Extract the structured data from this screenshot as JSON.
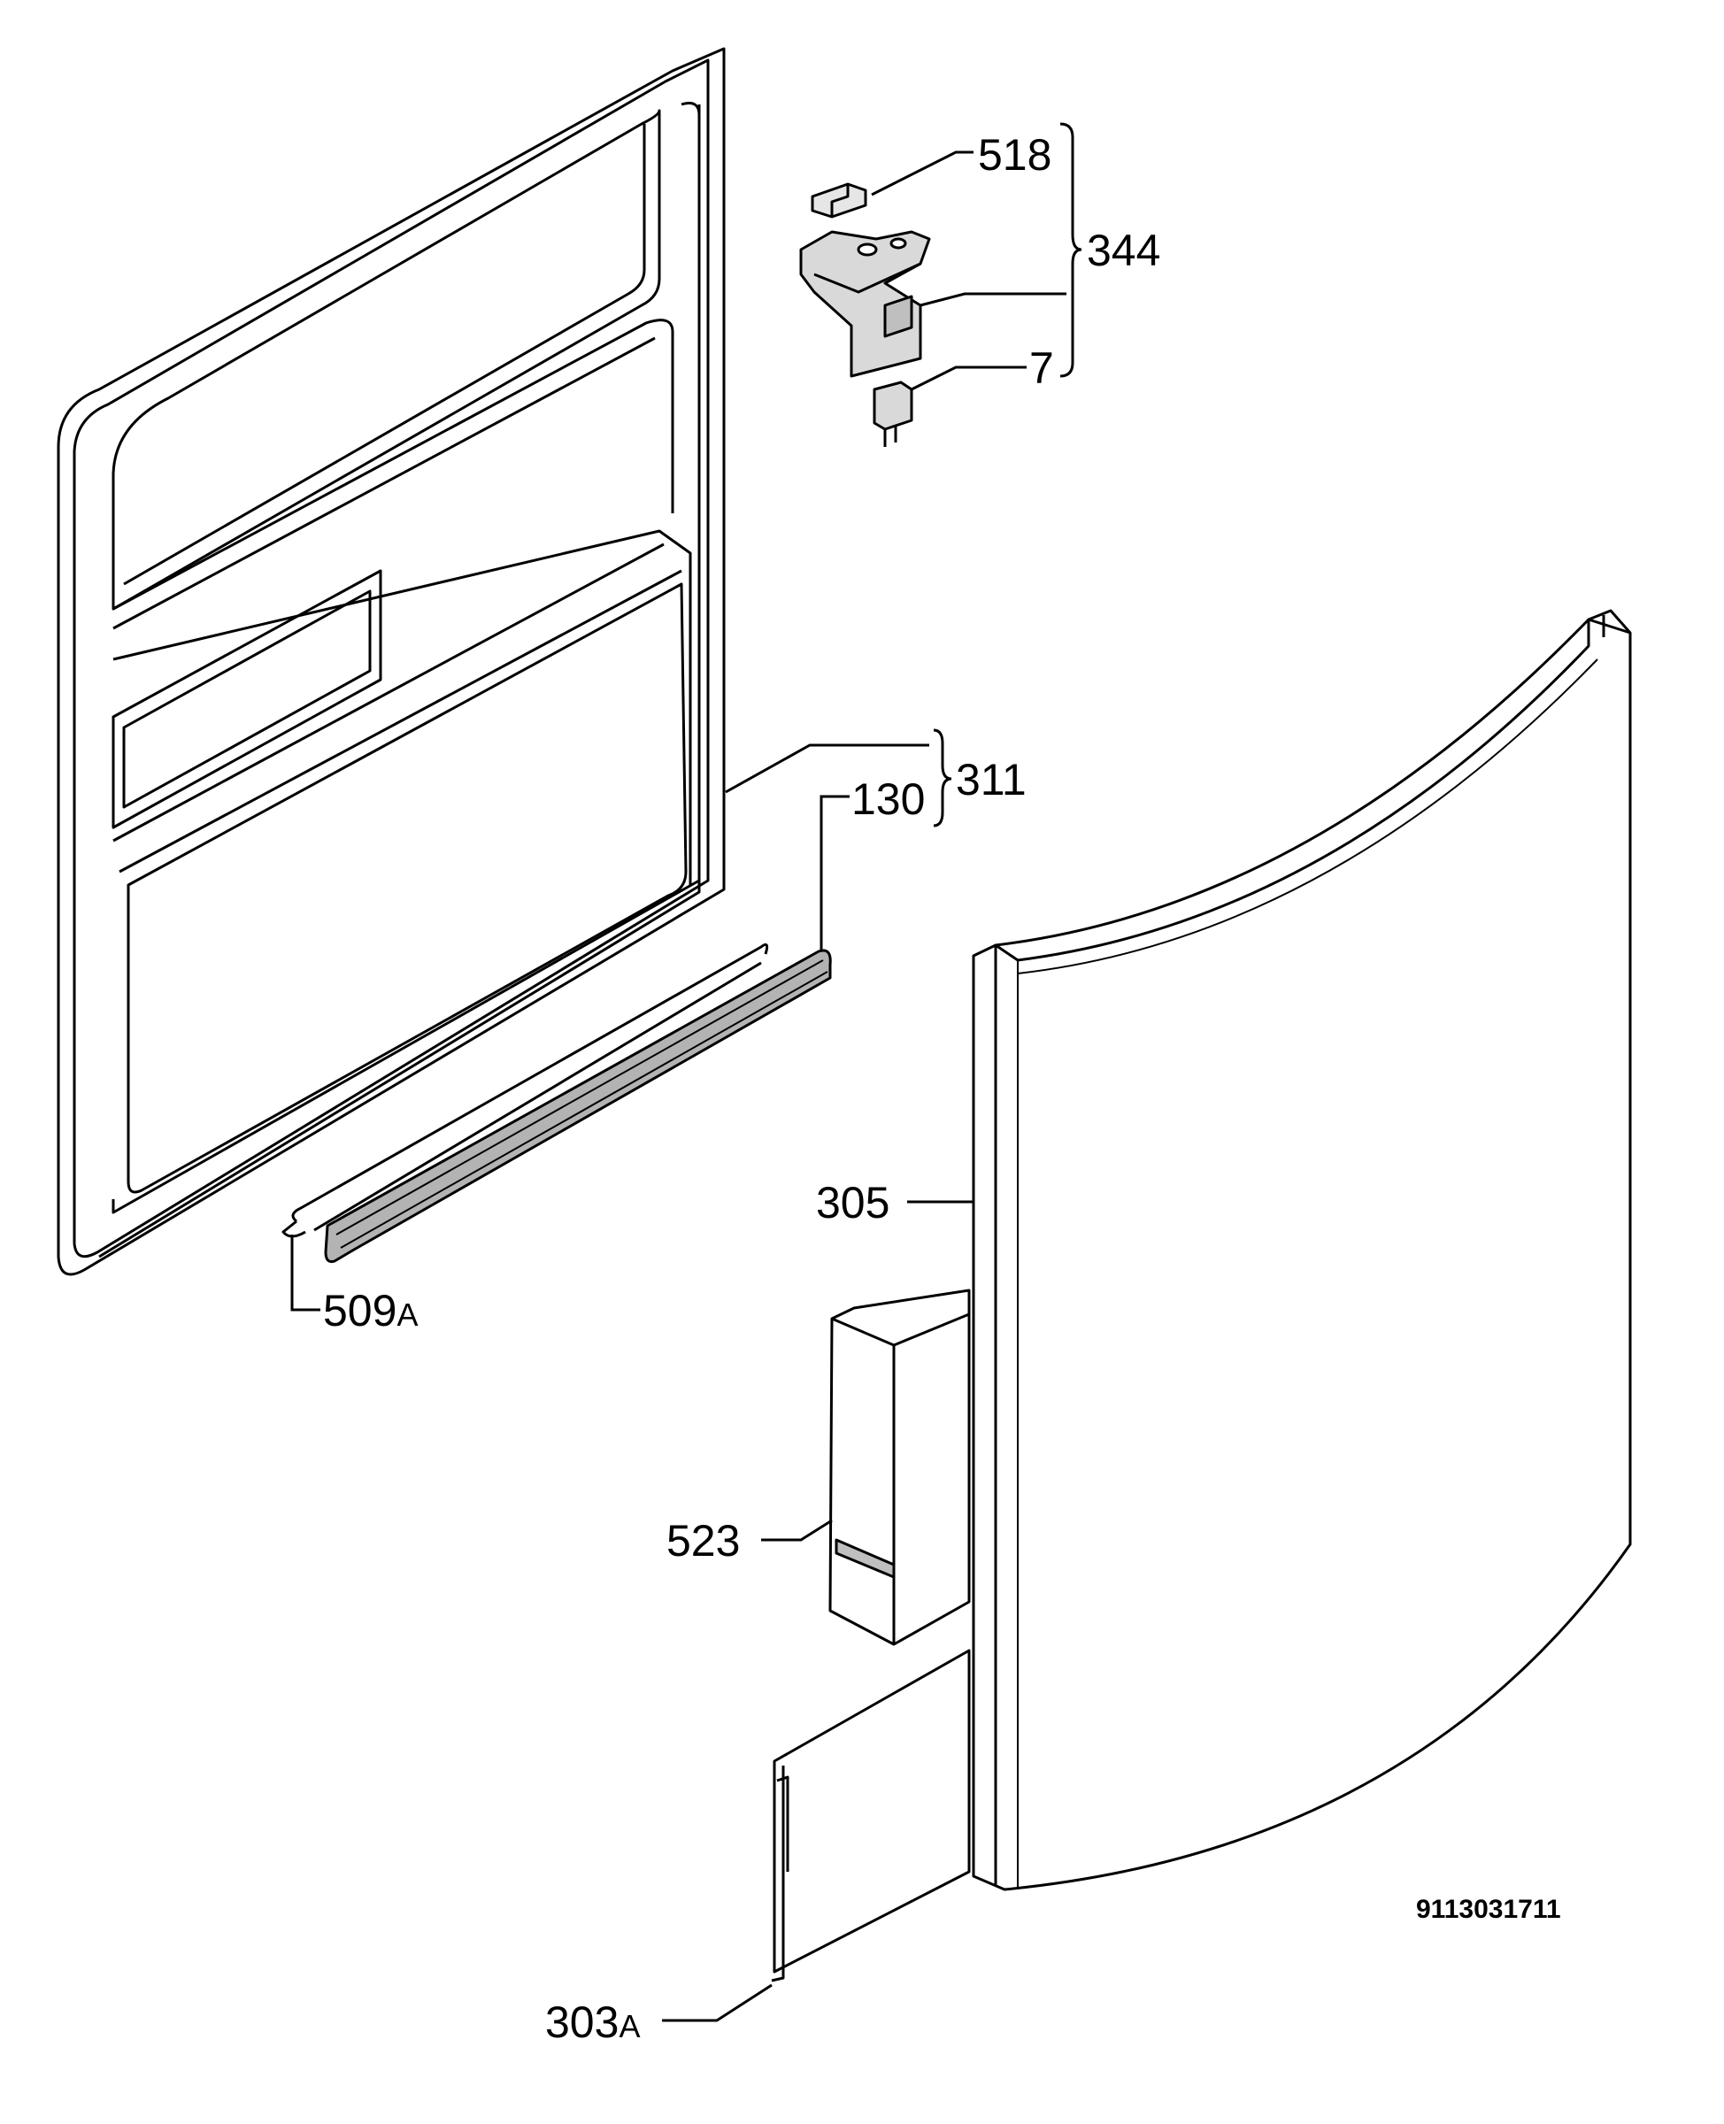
{
  "labels": {
    "p518": "518",
    "p344": "344",
    "p7": "7",
    "p311": "311",
    "p130": "130",
    "p305": "305",
    "p509": "509",
    "p509_suffix": "A",
    "p523": "523",
    "p303": "303",
    "p303_suffix": "A"
  },
  "document_number": "9113031711",
  "colors": {
    "line": "#000000",
    "background": "#ffffff",
    "shade": "#d9d9d9"
  }
}
